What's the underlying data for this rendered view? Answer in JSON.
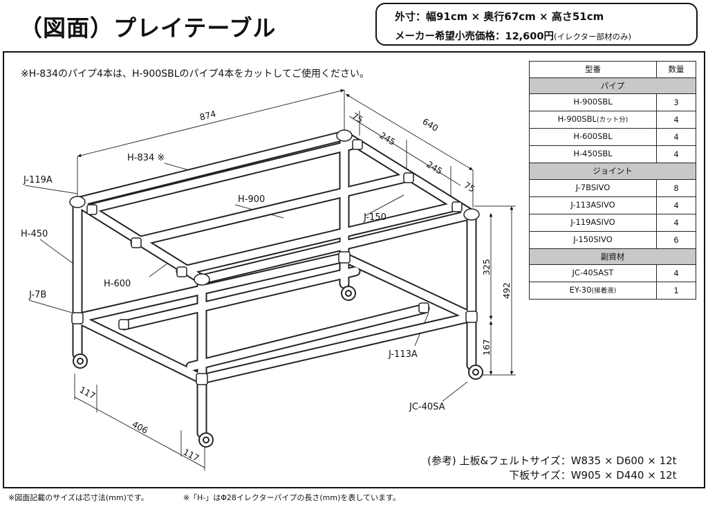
{
  "title": "（図面）プレイテーブル",
  "spec": {
    "size": "外寸：幅91cm × 奥行67cm × 高さ51cm",
    "price_label": "メーカー希望小売価格：12,600円",
    "price_note": "(イレクター部材のみ)"
  },
  "note_top": "※H-834のパイプ4本は、H-900SBLのパイプ4本をカットしてご使用ください。",
  "table": {
    "header": {
      "model": "型番",
      "qty": "数量"
    },
    "groups": [
      {
        "category": "パイプ",
        "rows": [
          {
            "model": "H-900SBL",
            "sub": "",
            "qty": "3"
          },
          {
            "model": "H-900SBL",
            "sub": "(カット分)",
            "qty": "4"
          },
          {
            "model": "H-600SBL",
            "sub": "",
            "qty": "4"
          },
          {
            "model": "H-450SBL",
            "sub": "",
            "qty": "4"
          }
        ]
      },
      {
        "category": "ジョイント",
        "rows": [
          {
            "model": "J-7BSIVO",
            "sub": "",
            "qty": "8"
          },
          {
            "model": "J-113ASIVO",
            "sub": "",
            "qty": "4"
          },
          {
            "model": "J-119ASIVO",
            "sub": "",
            "qty": "4"
          },
          {
            "model": "J-150SIVO",
            "sub": "",
            "qty": "6"
          }
        ]
      },
      {
        "category": "副資材",
        "rows": [
          {
            "model": "JC-40SAST",
            "sub": "",
            "qty": "4"
          },
          {
            "model": "EY-30",
            "sub": "(接着液)",
            "qty": "1"
          }
        ]
      }
    ]
  },
  "labels": {
    "h834": "H-834 ※",
    "j119a": "J-119A",
    "h450": "H-450",
    "h900": "H-900",
    "j150": "J-150",
    "h600": "H-600",
    "j7b": "J-7B",
    "j113a": "J-113A",
    "jc40sa": "JC-40SA"
  },
  "dims": {
    "width": "874",
    "depth": "640",
    "d75a": "75",
    "d245a": "245",
    "d245b": "245",
    "d75b": "75",
    "h325": "325",
    "h492": "492",
    "h167": "167",
    "d117a": "117",
    "d406": "406",
    "d117b": "117"
  },
  "reference": {
    "line1": "(参考) 上板&フェルトサイズ：W835 × D600 × 12t",
    "line2": "下板サイズ：W905 × D440 × 12t"
  },
  "footer": {
    "note1": "※図面記載のサイズは芯寸法(mm)です。",
    "note2": "※「H-」はΦ28イレクターパイプの長さ(mm)を表しています。"
  }
}
